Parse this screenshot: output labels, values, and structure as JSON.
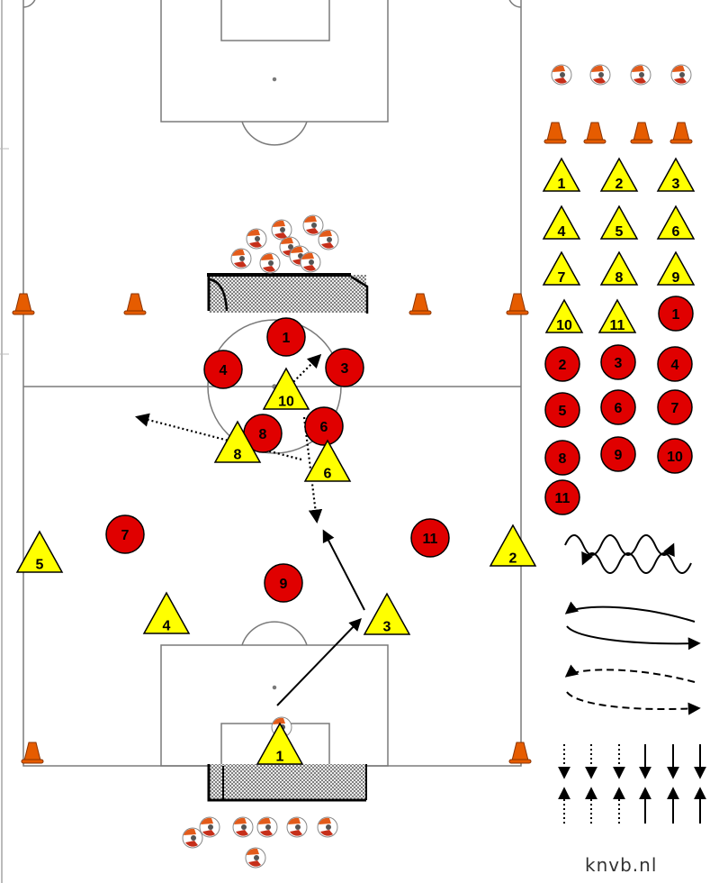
{
  "brand": "knvb.nl",
  "colors": {
    "pitch_line": "#7a7a7a",
    "player_red": "#e00000",
    "player_yellow": "#ffff00",
    "cone": "#e65c00",
    "arrow": "#000000"
  },
  "icons": [
    "soccer-ball-icon",
    "cone-icon"
  ],
  "red_players": [
    "1",
    "3",
    "4",
    "6",
    "7",
    "8",
    "9",
    "11"
  ],
  "yellow_players": [
    "10",
    "8",
    "6",
    "5",
    "2",
    "4",
    "3",
    "1"
  ],
  "legend": {
    "yellow": [
      "1",
      "2",
      "3",
      "4",
      "5",
      "6",
      "7",
      "8",
      "9",
      "10",
      "11"
    ],
    "red": [
      "1",
      "2",
      "3",
      "4",
      "5",
      "6",
      "7",
      "8",
      "9",
      "10",
      "11"
    ]
  }
}
